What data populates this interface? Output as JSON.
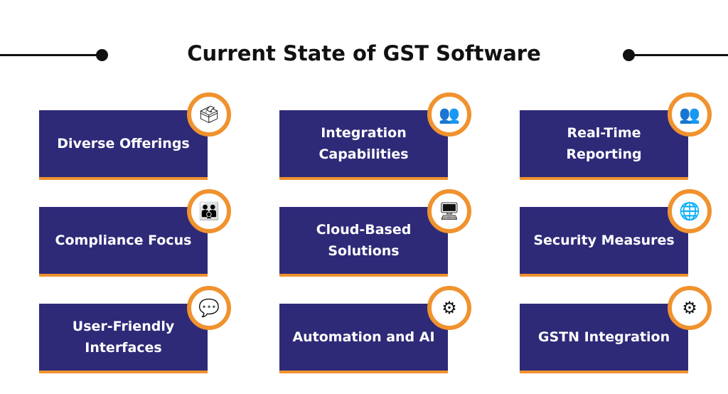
{
  "title": "Current State of GST Software",
  "colors": {
    "card": "#2e2a78",
    "accent": "#f0922e"
  },
  "cards": [
    {
      "label": "Diverse Offerings",
      "icon": "ballot-box-icon",
      "glyph": "🗳"
    },
    {
      "label": "Integration Capabilities",
      "icon": "meeting-icon",
      "glyph": "👥"
    },
    {
      "label": "Real-Time Reporting",
      "icon": "team-table-icon",
      "glyph": "👥"
    },
    {
      "label": "Compliance Focus",
      "icon": "group-icon",
      "glyph": "👪"
    },
    {
      "label": "Cloud-Based Solutions",
      "icon": "presentation-icon",
      "glyph": "🖥"
    },
    {
      "label": "Security Measures",
      "icon": "globe-network-icon",
      "glyph": "🌐"
    },
    {
      "label": "User-Friendly Interfaces",
      "icon": "discussion-icon",
      "glyph": "💬"
    },
    {
      "label": "Automation and AI",
      "icon": "gear-head-icon",
      "glyph": "⚙"
    },
    {
      "label": "GSTN Integration",
      "icon": "gears-icon",
      "glyph": "⚙"
    }
  ]
}
